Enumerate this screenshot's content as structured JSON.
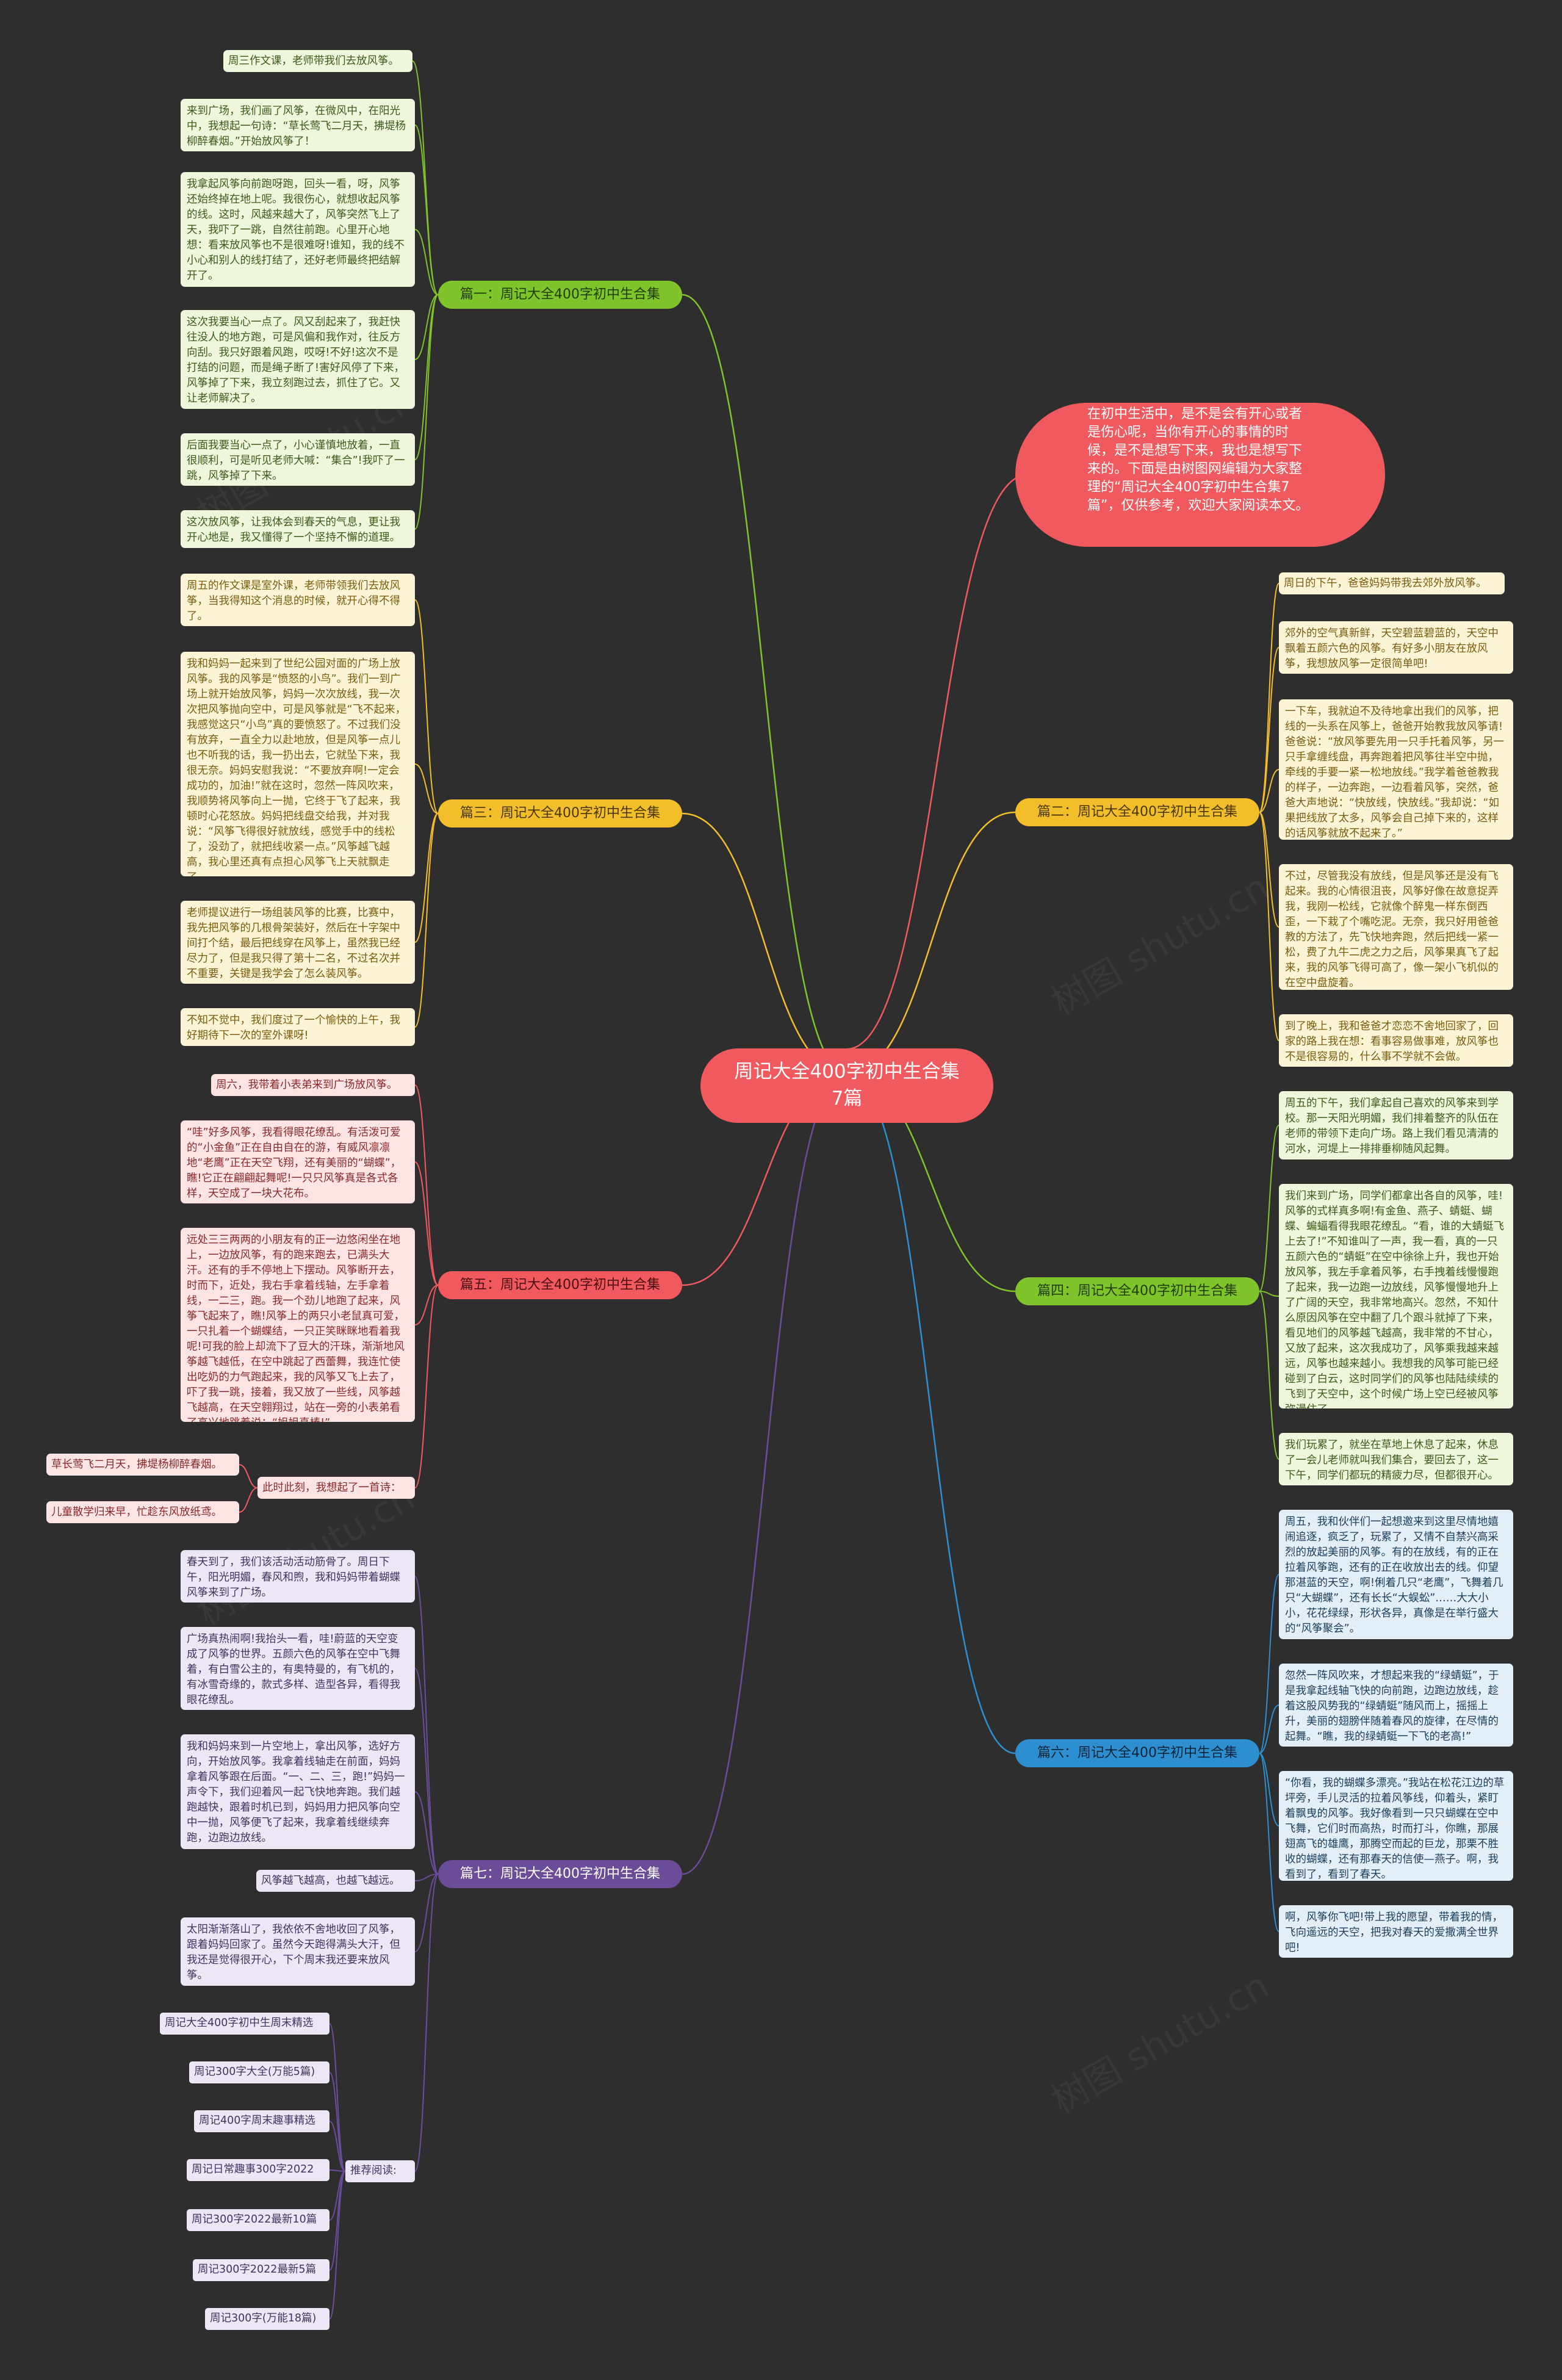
{
  "title": "周记大全400字初中生合集7篇",
  "intro": "在初中生活中，是不是会有开心或者是伤心呢，当你有开心的事情的时候，是不是想写下来，我也是想写下来的。下面是由树图网编辑为大家整理的“周记大全400字初中生合集7篇”，仅供参考，欢迎大家阅读本文。",
  "colors": {
    "background": "#2e2e2e",
    "center": "#f0595d",
    "green": "#7ec42a",
    "yellow": "#f2be2a",
    "red": "#f0595d",
    "purple": "#6b4c98",
    "blue": "#2e8fd0"
  },
  "branches": {
    "b1": {
      "label": "篇一：周记大全400字初中生合集",
      "items": [
        "周三作文课，老师带我们去放风筝。",
        "来到广场，我们画了风筝，在微风中，在阳光中，我想起一句诗：“草长莺飞二月天，拂堤杨柳醉春烟。”开始放风筝了！",
        "我拿起风筝向前跑呀跑，回头一看，呀，风筝还始终掉在地上呢。我很伤心，就想收起风筝的线。这时，风越来越大了，风筝突然飞上了天，我吓了一跳，自然往前跑。心里开心地想：看来放风筝也不是很难呀!谁知，我的线不小心和别人的线打结了，还好老师最终把结解开了。",
        "这次我要当心一点了。风又刮起来了，我赶快往没人的地方跑，可是风偏和我作对，往反方向刮。我只好跟着风跑，哎呀!不好!这次不是打结的问题，而是绳子断了!害好风停了下来，风筝掉了下来，我立刻跑过去，抓住了它。又让老师解决了。",
        "后面我要当心一点了，小心谨慎地放着，一直很顺利，可是听见老师大喊：“集合”!我吓了一跳，风筝掉了下来。",
        "这次放风筝，让我体会到春天的气息，更让我开心地是，我又懂得了一个坚持不懈的道理。"
      ]
    },
    "b3": {
      "label": "篇三：周记大全400字初中生合集",
      "items": [
        "周五的作文课是室外课，老师带领我们去放风筝，当我得知这个消息的时候，就开心得不得了。",
        "我和妈妈一起来到了世纪公园对面的广场上放风筝。我的风筝是“愤怒的小鸟”。我们一到广场上就开始放风筝，妈妈一次次放线，我一次次把风筝抛向空中，可是风筝就是“飞不起来，我感觉这只“小鸟”真的要愤怒了。不过我们没有放弃，一直全力以赴地放，但是风筝一点儿也不听我的话，我一扔出去，它就坠下来，我很无奈。妈妈安慰我说：“不要放弃啊!一定会成功的，加油!”就在这时，忽然一阵风吹来，我顺势将风筝向上一抛，它终于飞了起来，我顿时心花怒放。妈妈把线盘交给我，并对我说：“风筝飞得很好就放线，感觉手中的线松了，没劲了，就把线收紧一点。”风筝越飞越高，我心里还真有点担心风筝飞上天就飘走了。",
        "老师提议进行一场组装风筝的比赛，比赛中，我先把风筝的几根骨架装好，然后在十字架中间打个结，最后把线穿在风筝上，虽然我已经尽力了，但是我只得了第十二名，不过名次并不重要，关键是我学会了怎么装风筝。",
        "不知不觉中，我们度过了一个愉快的上午，我好期待下一次的室外课呀!"
      ]
    },
    "b5": {
      "label": "篇五：周记大全400字初中生合集",
      "items": [
        "周六，我带着小表弟来到广场放风筝。",
        "“哇”好多风筝，我看得眼花缭乱。有活泼可爱的“小金鱼”正在自由自在的游，有威风凛凛地“老鹰”正在天空飞翔，还有美丽的“蝴蝶”，瞧!它正在翩翩起舞呢!一只只风筝真是各式各样，天空成了一块大花布。",
        "远处三三两两的小朋友有的正一边悠闲坐在地上，一边放风筝，有的跑来跑去，已满头大汗。还有的手不停地上下摆动。风筝断开去，时而下，近处，我右手拿着线轴，左手拿着线，一二三，跑。我一个劲儿地跑了起来，风筝飞起来了，瞧!风筝上的两只小老鼠真可爱，一只扎着一个蝴蝶结，一只正笑眯眯地看着我呢!可我的脸上却流下了豆大的汗珠，渐渐地风筝越飞越低，在空中跳起了西蕾舞，我连忙使出吃奶的力气跑起来，我的风筝又飞上去了，吓了我一跳，接着，我又放了一些线，风筝越飞越高，在天空翱翔过，站在一旁的小表弟看了高兴地跳着说：“姐姐真棒!”。",
        "此时此刻，我想起了一首诗："
      ],
      "poem": [
        "草长莺飞二月天，拂堤杨柳醉春烟。",
        "儿童散学归来早，忙趁东风放纸鸢。"
      ]
    },
    "b7": {
      "label": "篇七：周记大全400字初中生合集",
      "items": [
        "春天到了，我们该活动活动筋骨了。周日下午，阳光明媚，春风和煦，我和妈妈带着蝴蝶风筝来到了广场。",
        "广场真热闹啊!我抬头一看，哇!蔚蓝的天空变成了风筝的世界。五颜六色的风筝在空中飞舞着，有白雪公主的，有奥特曼的，有飞机的，有冰雪奇缘的，款式多样、造型各异，看得我眼花缭乱。",
        "我和妈妈来到一片空地上，拿出风筝，选好方向，开始放风筝。我拿着线轴走在前面，妈妈拿着风筝跟在后面。“一、二、三，跑!”妈妈一声令下，我们迎着风一起飞快地奔跑。我们越跑越快，跟着时机已到，妈妈用力把风筝向空中一抛，风筝便飞了起来，我拿着线继续奔跑，边跑边放线。",
        "风筝越飞越高，也越飞越远。",
        "太阳渐渐落山了，我依依不舍地收回了风筝，跟着妈妈回家了。虽然今天跑得满头大汗，但我还是觉得很开心，下个周末我还要来放风筝。"
      ],
      "rec_label": "推荐阅读:",
      "rec": [
        "周记大全400字初中生周末精选",
        "周记300字大全(万能5篇)",
        "周记400字周末趣事精选",
        "周记日常趣事300字2022",
        "周记300字2022最新10篇",
        "周记300字2022最新5篇",
        "周记300字(万能18篇)"
      ]
    },
    "b2": {
      "label": "篇二：周记大全400字初中生合集",
      "items": [
        "周日的下午，爸爸妈妈带我去郊外放风筝。",
        "郊外的空气真新鲜，天空碧蓝碧蓝的，天空中飘着五颜六色的风筝。有好多小朋友在放风筝，我想放风筝一定很简单吧!",
        "一下车，我就迫不及待地拿出我们的风筝，把线的一头系在风筝上，爸爸开始教我放风筝请!爸爸说：“放风筝要先用一只手托着风筝，另一只手拿缠线盘，再奔跑着把风筝往半空中抛，牵线的手要一紧一松地放线。”我学着爸爸教我的样子，一边奔跑，一边看着风筝，突然，爸爸大声地说：“快放线，快放线。”我却说：“如果把线放了太多，风筝会自己掉下来的，这样的话风筝就放不起来了。”",
        "不过，尽管我没有放线，但是风筝还是没有飞起来。我的心情很沮丧，风筝好像在故意捉弄我，我刚一松线，它就像个醉鬼一样东倒西歪，一下栽了个嘴吃泥。无奈，我只好用爸爸教的方法了，先飞快地奔跑，然后把线一紧一松，费了九牛二虎之力之后，风筝果真飞了起来，我的风筝飞得可高了，像一架小飞机似的在空中盘旋着。",
        "到了晚上，我和爸爸才恋恋不舍地回家了，回家的路上我在想：看事容易做事难，放风筝也不是很容易的，什么事不学就不会做。"
      ]
    },
    "b4": {
      "label": "篇四：周记大全400字初中生合集",
      "items": [
        "周五的下午，我们拿起自己喜欢的风筝来到学校。那一天阳光明媚，我们排着整齐的队伍在老师的带领下走向广场。路上我们看见清清的河水，河堤上一排排垂柳随风起舞。",
        "我们来到广场，同学们都拿出各自的风筝，哇!风筝的式样真多啊!有金鱼、燕子、蜻蜓、蝴蝶、蝙蝠看得我眼花缭乱。“看，谁的大蜻蜓飞上去了!”不知谁叫了一声，我一看，真的一只五颜六色的“蜻蜓”在空中徐徐上升，我也开始放风筝，我左手拿着风筝，右手拽着线慢慢跑了起来，我一边跑一边放线，风筝慢慢地升上了广阔的天空，我非常地高兴。忽然，不知什么原因风筝在空中翻了几个跟斗就掉了下来，看见地们的风筝越飞越高，我非常的不甘心，又放了起来，这次我成功了，风筝乘我越来越远，风筝也越来越小。我想我的风筝可能已经碰到了白云，这时同学们的风筝也陆陆续续的飞到了天空中，这个时候广场上空已经被风筝弥漫住了。",
        "我们玩累了，就坐在草地上休息了起来，休息了一会儿老师就叫我们集合，要回去了，这一下午，同学们都玩的精疲力尽，但都很开心。"
      ]
    },
    "b6": {
      "label": "篇六：周记大全400字初中生合集",
      "items": [
        "周五，我和伙伴们一起想邀来到这里尽情地嬉闹追逐，疯乏了，玩累了，又情不自禁兴高采烈的放起美丽的风筝。有的在放线，有的正在拉着风筝跑，还有的正在收放出去的线。仰望那湛蓝的天空，啊!俐着几只“老鹰”，飞舞着几只“大蝴蝶”，还有长长“大蜈蚣”……大大小小，花花绿绿，形状各异，真像是在举行盛大的“风筝聚会”。",
        "忽然一阵风吹来，才想起来我的“绿蜻蜓”，于是我拿起线轴飞快的向前跑，边跑边放线，趁着这股风势我的“绿蜻蜓”随风而上，摇摇上升，美丽的翅膀伴随着春风的旋律，在尽情的起舞。“瞧，我的绿蜻蜓一下飞的老高!”",
        "“你看，我的蝴蝶多漂亮。”我站在松花江边的草坪旁，手儿灵活的拉着风筝线，仰着头，紧盯着飘曳的风筝。我好像看到一只只蝴蝶在空中飞舞，它们时而高热，时而打斗，你瞧，那展翅高飞的雄鹰，那腾空而起的巨龙，那栗不胜收的蝴蝶，还有那春天的信使—燕子。啊，我看到了，看到了春天。",
        "啊，风筝你飞吧!带上我的愿望，带着我的情，飞向遥远的天空，把我对春天的爱撒满全世界吧!"
      ]
    }
  }
}
